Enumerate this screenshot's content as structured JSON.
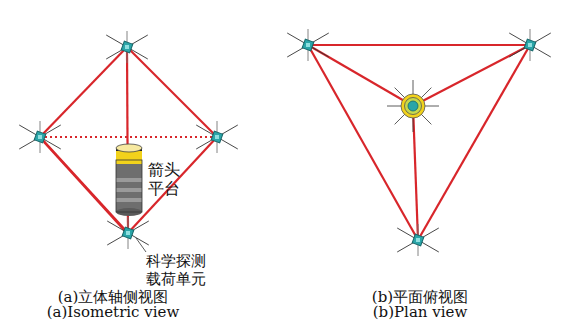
{
  "diagram": {
    "labels": [
      "箭头 平台",
      "科学探测 载荷单元",
      "(a)立体轴侧视图",
      "(a)Isometric view",
      "(b)平面俯视图",
      "(b)Plan view"
    ]
  }
}
